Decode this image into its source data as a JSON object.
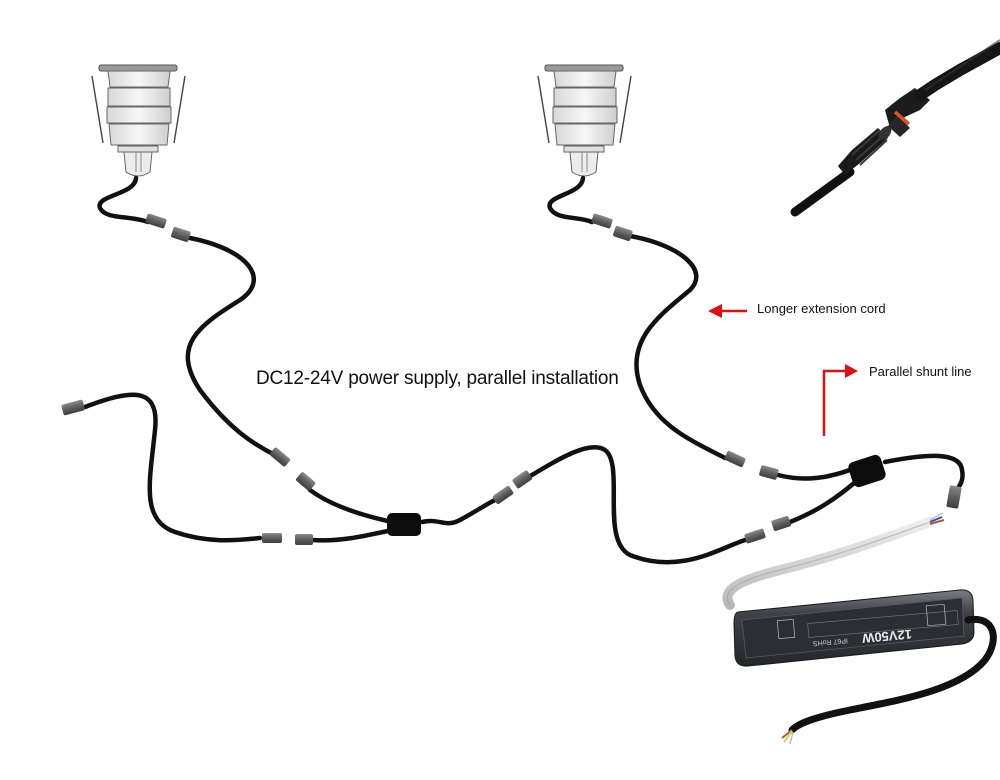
{
  "diagram": {
    "title": "DC12-24V power supply, parallel installation",
    "annotations": {
      "extension_cord": "Longer extension cord",
      "shunt_line": "Parallel shunt line"
    },
    "power_supply": {
      "rating": "12V50W",
      "marking": "IP67 RoHS"
    },
    "colors": {
      "arrow": "#e01010",
      "cable": "#111111",
      "connector": "#6b6b6b",
      "o_ring": "#e0501a",
      "psu_body": "#3a3d42"
    },
    "components": [
      {
        "name": "light-fixture",
        "count": 2
      },
      {
        "name": "y-splitter",
        "count": 2
      },
      {
        "name": "waterproof-connector-pair",
        "count": 7
      },
      {
        "name": "led-driver",
        "count": 1
      }
    ]
  }
}
